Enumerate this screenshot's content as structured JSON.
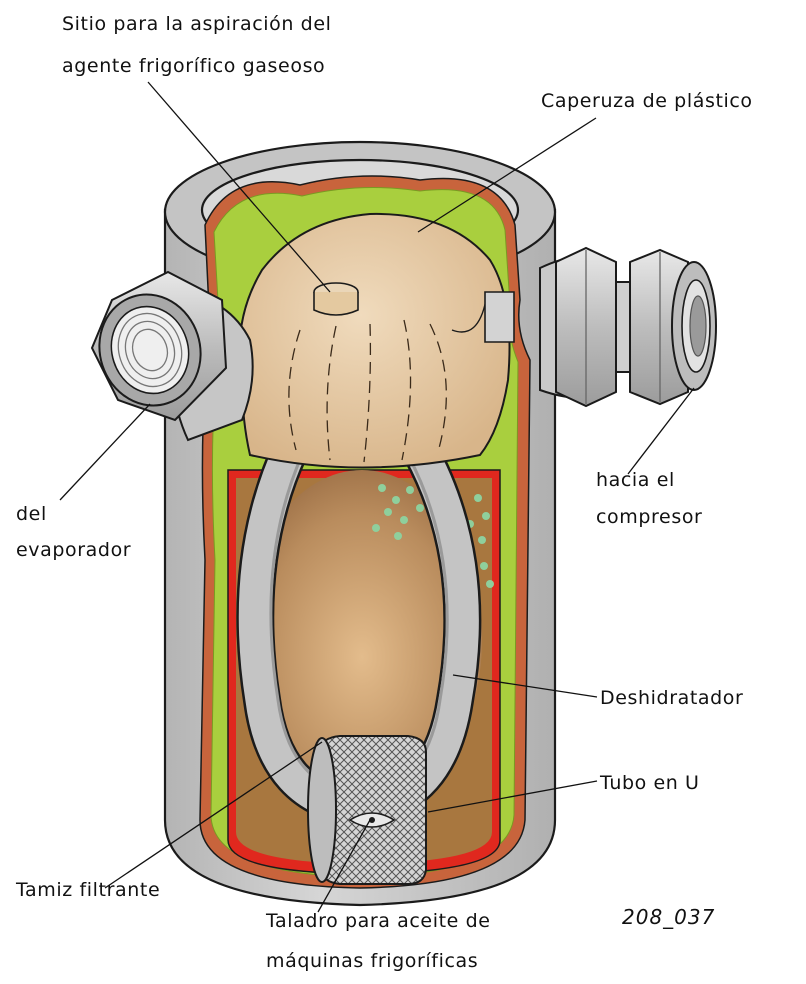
{
  "labels": {
    "suction_point_line1": "Sitio para la aspiración del",
    "suction_point_line2": "agente frigorífico gaseoso",
    "plastic_cap": "Caperuza de plástico",
    "from_evaporator_line1": "del",
    "from_evaporator_line2": "evaporador",
    "to_compressor_line1": "hacia el",
    "to_compressor_line2": "compresor",
    "desiccant": "Deshidratador",
    "u_tube": "Tubo en U",
    "filter_screen": "Tamiz filtrante",
    "oil_hole_line1": "Taladro para aceite de",
    "oil_hole_line2": "máquinas frigoríficas",
    "figure_code": "208_037"
  },
  "colors": {
    "housing": "#c9c9c9",
    "liner": "#a9cf3e",
    "copper": "#c8643c",
    "cap": "#e6c9a3",
    "desiccant": "#b98c5d",
    "red_bag": "#e0281e",
    "granules": "#8fcf9c",
    "tube": "#bdbdbd"
  }
}
